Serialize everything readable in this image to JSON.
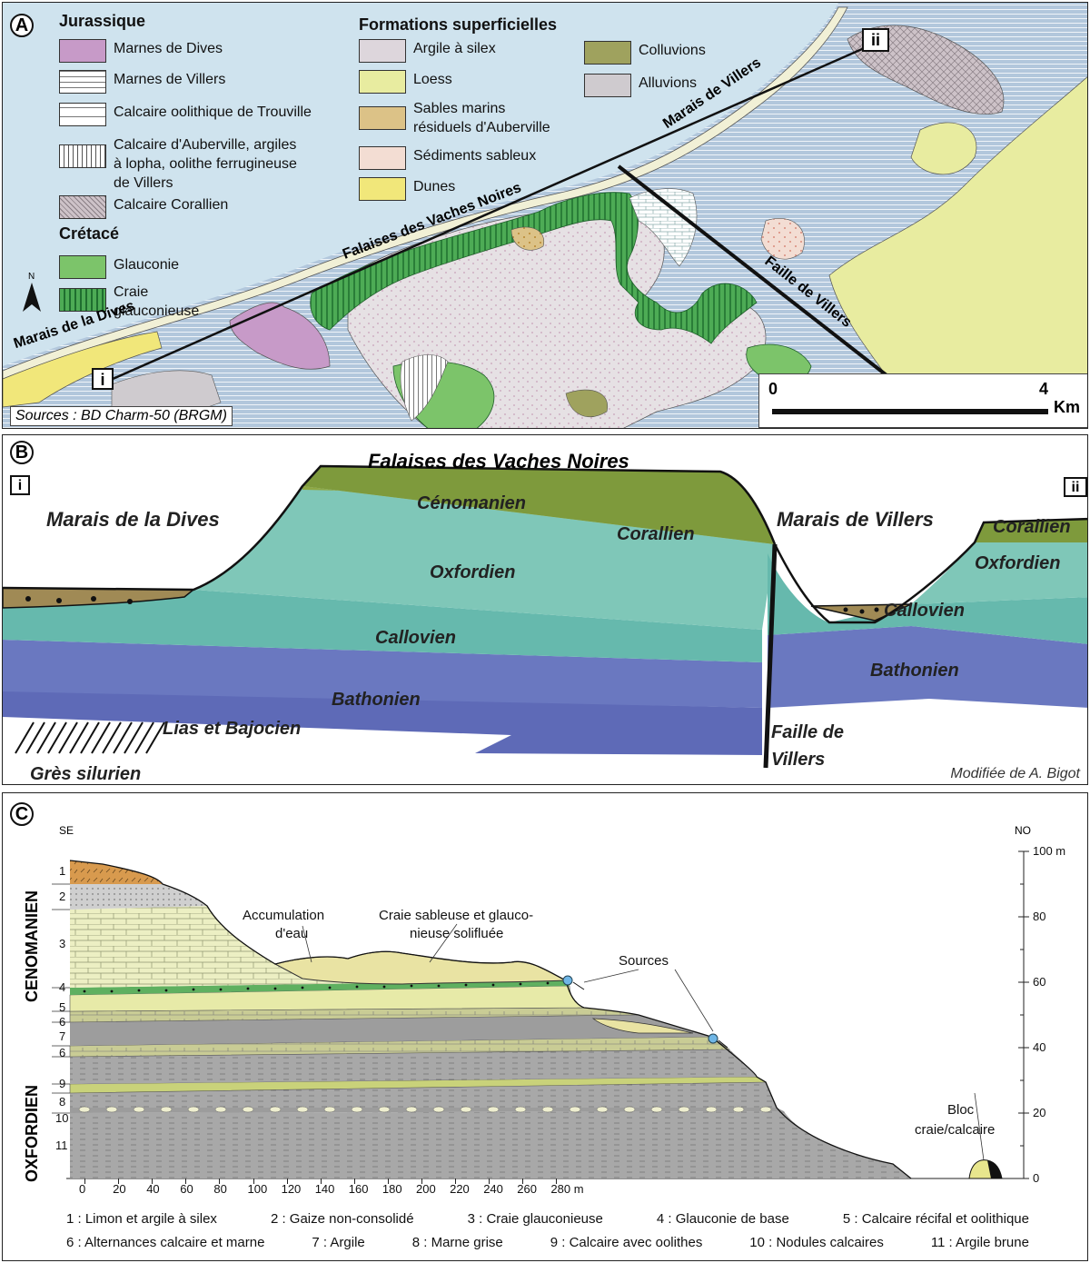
{
  "panel_a": {
    "badge": "A",
    "legend_jurassique": {
      "title": "Jurassique",
      "items": [
        {
          "label": "Marnes de Dives",
          "color": "#c79ac8"
        },
        {
          "label": "Marnes de Villers",
          "color": "#ffffff"
        },
        {
          "label": "Calcaire oolithique de Trouville",
          "color": "#ffffff"
        },
        {
          "label": "Calcaire d'Auberville, argiles\nà lopha, oolithe ferrugineuse\nde Villers",
          "color": "#ffffff"
        },
        {
          "label": "Calcaire Corallien",
          "color": "#cdc2c8"
        }
      ]
    },
    "legend_cretace": {
      "title": "Crétacé",
      "items": [
        {
          "label": "Glauconie",
          "color": "#7cc46a"
        },
        {
          "label": "Craie\nglauconieuse",
          "color": "#4dab55"
        }
      ]
    },
    "legend_superficielles": {
      "title": "Formations superficielles",
      "items": [
        {
          "label": "Argile à silex",
          "color": "#ddd6dc"
        },
        {
          "label": "Loess",
          "color": "#e8eca0"
        },
        {
          "label": "Sables marins\nrésiduels d'Auberville",
          "color": "#dcc287"
        },
        {
          "label": "Sédiments sableux",
          "color": "#f3ddd3"
        },
        {
          "label": "Dunes",
          "color": "#f1e77a"
        },
        {
          "label": "Colluvions",
          "color": "#9fa25e"
        },
        {
          "label": "Alluvions",
          "color": "#cfcbcf"
        }
      ]
    },
    "north_symbol": "N",
    "place_labels": {
      "marais_dives": "Marais de la Dives",
      "falaises": "Falaises des Vaches Noires",
      "marais_villers": "Marais de Villers",
      "faille": "Faille de Villers"
    },
    "point_i": "i",
    "point_ii": "ii",
    "scale": {
      "start": "0",
      "end": "4",
      "unit": "Km"
    },
    "source": "Sources : BD Charm-50 (BRGM)",
    "colors": {
      "sea": "#cfe3ee",
      "oxfordian_land": "#b2c7dc",
      "chalk": "#e5e0e2"
    }
  },
  "panel_b": {
    "badge": "B",
    "title": "Falaises des Vaches Noires",
    "point_i": "i",
    "point_ii": "ii",
    "left_label": "Marais de la Dives",
    "right_label": "Marais de Villers",
    "strata": {
      "cenomanien": "Cénomanien",
      "corallien_left": "Corallien",
      "corallien_right": "Corallien",
      "oxfordien_left": "Oxfordien",
      "oxfordien_right": "Oxfordien",
      "callovien_left": "Callovien",
      "callovien_right": "Callovien",
      "bathonien_left": "Bathonien",
      "bathonien_right": "Bathonien",
      "lias": "Lias et Bajocien",
      "gres": "Grès silurien"
    },
    "fault_label_1": "Faille de",
    "fault_label_2": "Villers",
    "credit": "Modifiée de A. Bigot",
    "colors": {
      "cenomanien": "#7e9a3c",
      "oxfordien": "#7fc7b8",
      "callovien": "#66b9ad",
      "bathonien": "#6a78c0",
      "lias": "#5e6ab7"
    }
  },
  "panel_c": {
    "badge": "C",
    "dir_left": "SE",
    "dir_right": "NO",
    "stage_upper": "CENOMANIEN",
    "stage_lower": "OXFORDIEN",
    "layer_numbers_upper": [
      "1",
      "2",
      "3",
      "4",
      "5",
      "6",
      "7",
      "6",
      "9"
    ],
    "layer_numbers_lower": [
      "8",
      "10",
      "11"
    ],
    "annotations": {
      "accum_1": "Accumulation",
      "accum_2": "d'eau",
      "craie_1": "Craie sableuse et glauco-",
      "craie_2": "nieuse solifluée",
      "sources": "Sources",
      "bloc_1": "Bloc",
      "bloc_2": "craie/calcaire"
    },
    "x_ticks": [
      "0",
      "20",
      "40",
      "60",
      "80",
      "100",
      "120",
      "140",
      "160",
      "180",
      "200",
      "220",
      "240",
      "260",
      "280 m"
    ],
    "y_ticks": [
      "100 m",
      "80",
      "60",
      "40",
      "20",
      "0"
    ],
    "caption_line_1": [
      "1 : Limon et argile à silex",
      "2 : Gaize non-consolidé",
      "3 : Craie glauconieuse",
      "4 : Glauconie de base",
      "5 : Calcaire récifal et oolithique"
    ],
    "caption_line_2": [
      "6 : Alternances calcaire et marne",
      "7 : Argile",
      "8 : Marne grise",
      "9 : Calcaire avec oolithes",
      "10 : Nodules calcaires",
      "11 : Argile brune"
    ]
  }
}
